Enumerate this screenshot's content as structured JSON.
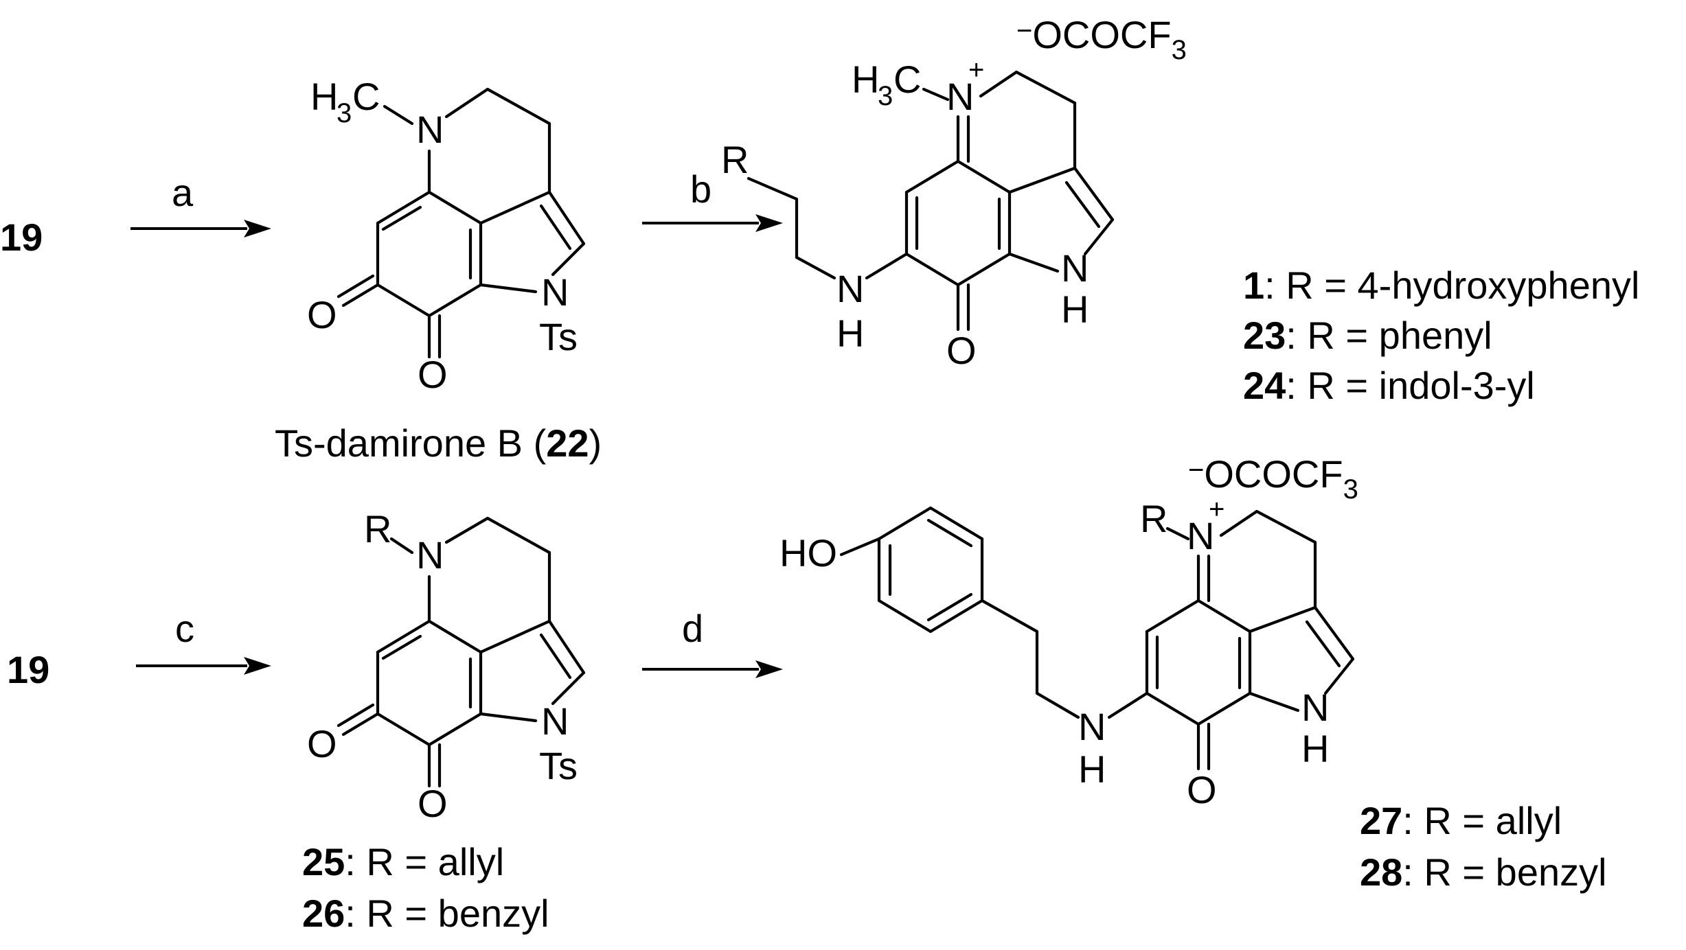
{
  "scheme": {
    "start_1": "19",
    "start_2": "19",
    "step_a": "a",
    "step_b": "b",
    "step_c": "c",
    "step_d": "d",
    "product_22": {
      "name": "Ts-damirone B (",
      "number": "22",
      "close": ")"
    },
    "product_1_series": [
      {
        "number": "1",
        "text": ": R = 4-hydroxyphenyl"
      },
      {
        "number": "23",
        "text": ": R = phenyl"
      },
      {
        "number": "24",
        "text": ": R = indol-3-yl"
      }
    ],
    "product_25_series": [
      {
        "number": "25",
        "text": ": R = allyl"
      },
      {
        "number": "26",
        "text": ": R = benzyl"
      }
    ],
    "product_27_series": [
      {
        "number": "27",
        "text": ": R = allyl"
      },
      {
        "number": "28",
        "text": ": R = benzyl"
      }
    ],
    "counterion": {
      "minus": "−",
      "formula": "OCOCF",
      "subscript": "3"
    },
    "atoms": {
      "N": "N",
      "O": "O",
      "H": "H",
      "R": "R",
      "Ts": "Ts",
      "HO": "HO",
      "HC": "H",
      "C": "C",
      "three": "3",
      "plus": "+"
    }
  }
}
